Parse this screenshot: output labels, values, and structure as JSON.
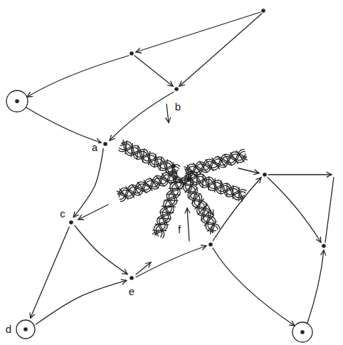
{
  "diagram": {
    "nodes": [
      {
        "text": [
          "a"
        ]
      },
      {
        "text": [
          "c"
        ]
      },
      {
        "text": [
          "d"
        ]
      },
      {
        "text": [
          "e"
        ]
      }
    ],
    "edges": [
      {
        "from": 0,
        "to": 1,
        "arrow": "to"
      },
      {
        "from": 1,
        "to": 2,
        "arrow": "to"
      },
      {
        "from": 1,
        "to": 3,
        "arrow": "to"
      },
      {
        "from": 2,
        "to": 3,
        "arrow": "to"
      }
    ],
    "labels": [
      "b",
      "f"
    ]
  }
}
